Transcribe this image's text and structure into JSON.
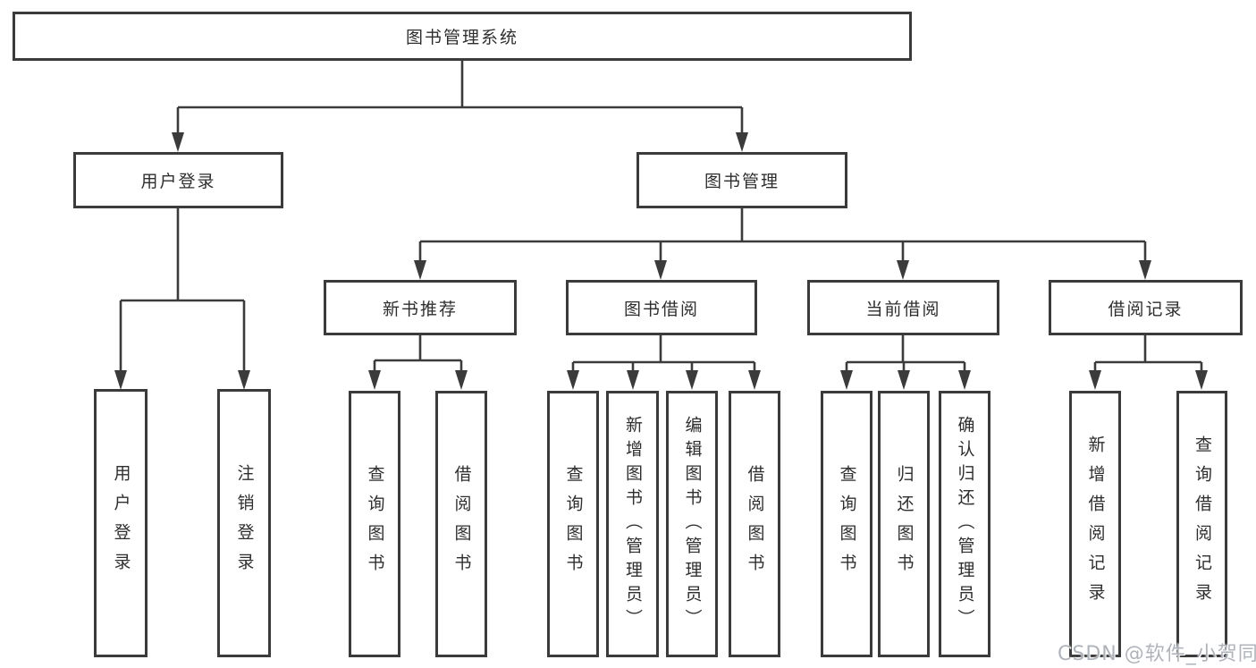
{
  "diagram": {
    "root": "图书管理系统",
    "branches": {
      "user_login": {
        "label": "用户登录",
        "children": [
          "用户登录",
          "注销登录"
        ]
      },
      "book_management": {
        "label": "图书管理",
        "sections": {
          "new_books": {
            "label": "新书推荐",
            "children": [
              "查询图书",
              "借阅图书"
            ]
          },
          "book_borrow": {
            "label": "图书借阅",
            "children": [
              "查询图书",
              "新增图书（管理员）",
              "编辑图书（管理员）",
              "借阅图书"
            ]
          },
          "current_borrow": {
            "label": "当前借阅",
            "children": [
              "查询图书",
              "归还图书",
              "确认归还（管理员）"
            ]
          },
          "borrow_records": {
            "label": "借阅记录",
            "children": [
              "新增借阅记录",
              "查询借阅记录"
            ]
          }
        }
      }
    }
  },
  "watermark": "CSDN @软件_小贺同学",
  "colors": {
    "line": "#3b3b3b",
    "text": "#2e2e2e",
    "box_background": "#ffffff",
    "watermark": "#abb0b8"
  }
}
